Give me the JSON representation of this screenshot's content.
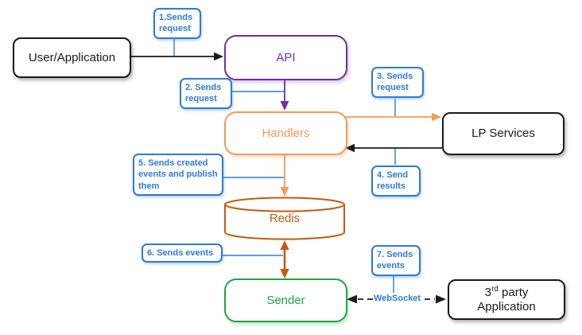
{
  "colors": {
    "black": "#1a1a1a",
    "purple": "#7030A0",
    "orange": "#F19C57",
    "dkorange": "#C55A11",
    "green": "#21A346",
    "blue": "#2E7BD6"
  },
  "nodes": {
    "user_app": {
      "label": "User/Application"
    },
    "api": {
      "label": "API"
    },
    "handlers": {
      "label": "Handlers"
    },
    "lp_services": {
      "label": "LP Services"
    },
    "redis": {
      "label": "Redis"
    },
    "sender": {
      "label": "Sender"
    },
    "third_party": {
      "line1_base": "3",
      "line1_sup": "rd",
      "line1_rest": " party",
      "line2": "Application"
    }
  },
  "callouts": {
    "c1": "1.Sends request",
    "c2": "2. Sends request",
    "c3": "3. Sends request",
    "c4": "4. Send results",
    "c5": "5. Sends created events and publish them",
    "c6": "6. Sends events",
    "c7": "7. Sends events"
  },
  "edge_labels": {
    "websocket": "WebSocket"
  }
}
